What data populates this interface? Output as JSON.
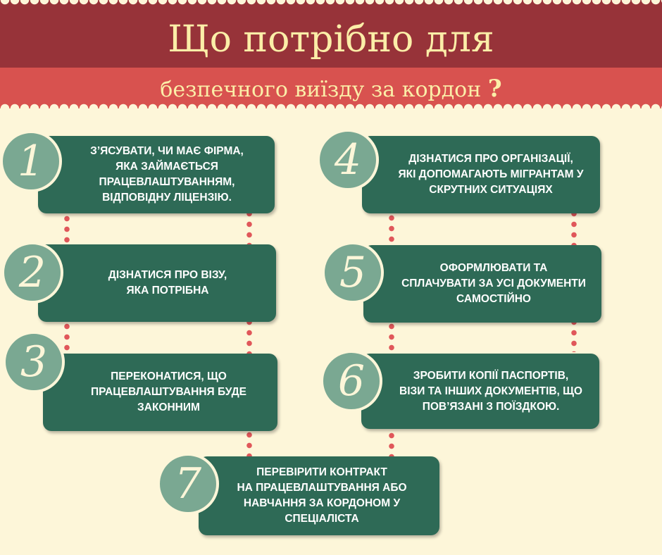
{
  "header": {
    "title_line1": "Що потрібно для",
    "title_line2": "безпечного виїзду за кордон",
    "question_mark": "?"
  },
  "steps": [
    {
      "number": "1",
      "text": "З’ЯСУВАТИ, ЧИ МАЄ ФІРМА,\nЯКА  ЗАЙМАЄТЬСЯ\nПРАЦЕВЛАШТУВАННЯМ,\nВІДПОВІДНУ ЛІЦЕНЗІЮ."
    },
    {
      "number": "2",
      "text": "ДІЗНАТИСЯ ПРО ВІЗУ,\nЯКА ПОТРІБНА"
    },
    {
      "number": "3",
      "text": "ПЕРЕКОНАТИСЯ, ЩО\nПРАЦЕВЛАШТУВАННЯ БУДЕ\nЗАКОННИМ"
    },
    {
      "number": "4",
      "text": "ДІЗНАТИСЯ ПРО ОРГАНІЗАЦІЇ,\nЯКІ ДОПОМАГАЮТЬ МІГРАНТАМ У\nСКРУТНИХ СИТУАЦІЯХ"
    },
    {
      "number": "5",
      "text": "ОФОРМЛЮВАТИ ТА\nСПЛАЧУВАТИ ЗА УСІ ДОКУМЕНТИ\nСАМОСТІЙНО"
    },
    {
      "number": "6",
      "text": "ЗРОБИТИ КОПІЇ ПАСПОРТІВ,\nВІЗИ ТА ІНШИХ ДОКУМЕНТІВ, ЩО\nПОВ’ЯЗАНІ З ПОЇЗДКОЮ."
    },
    {
      "number": "7",
      "text": "ПЕРЕВІРИТИ КОНТРАКТ\nНА ПРАЦЕВЛАШТУВАННЯ  АБО\nНАВЧАННЯ ЗА КОРДОНОМ У\nСПЕЦІАЛІСТА"
    }
  ]
}
